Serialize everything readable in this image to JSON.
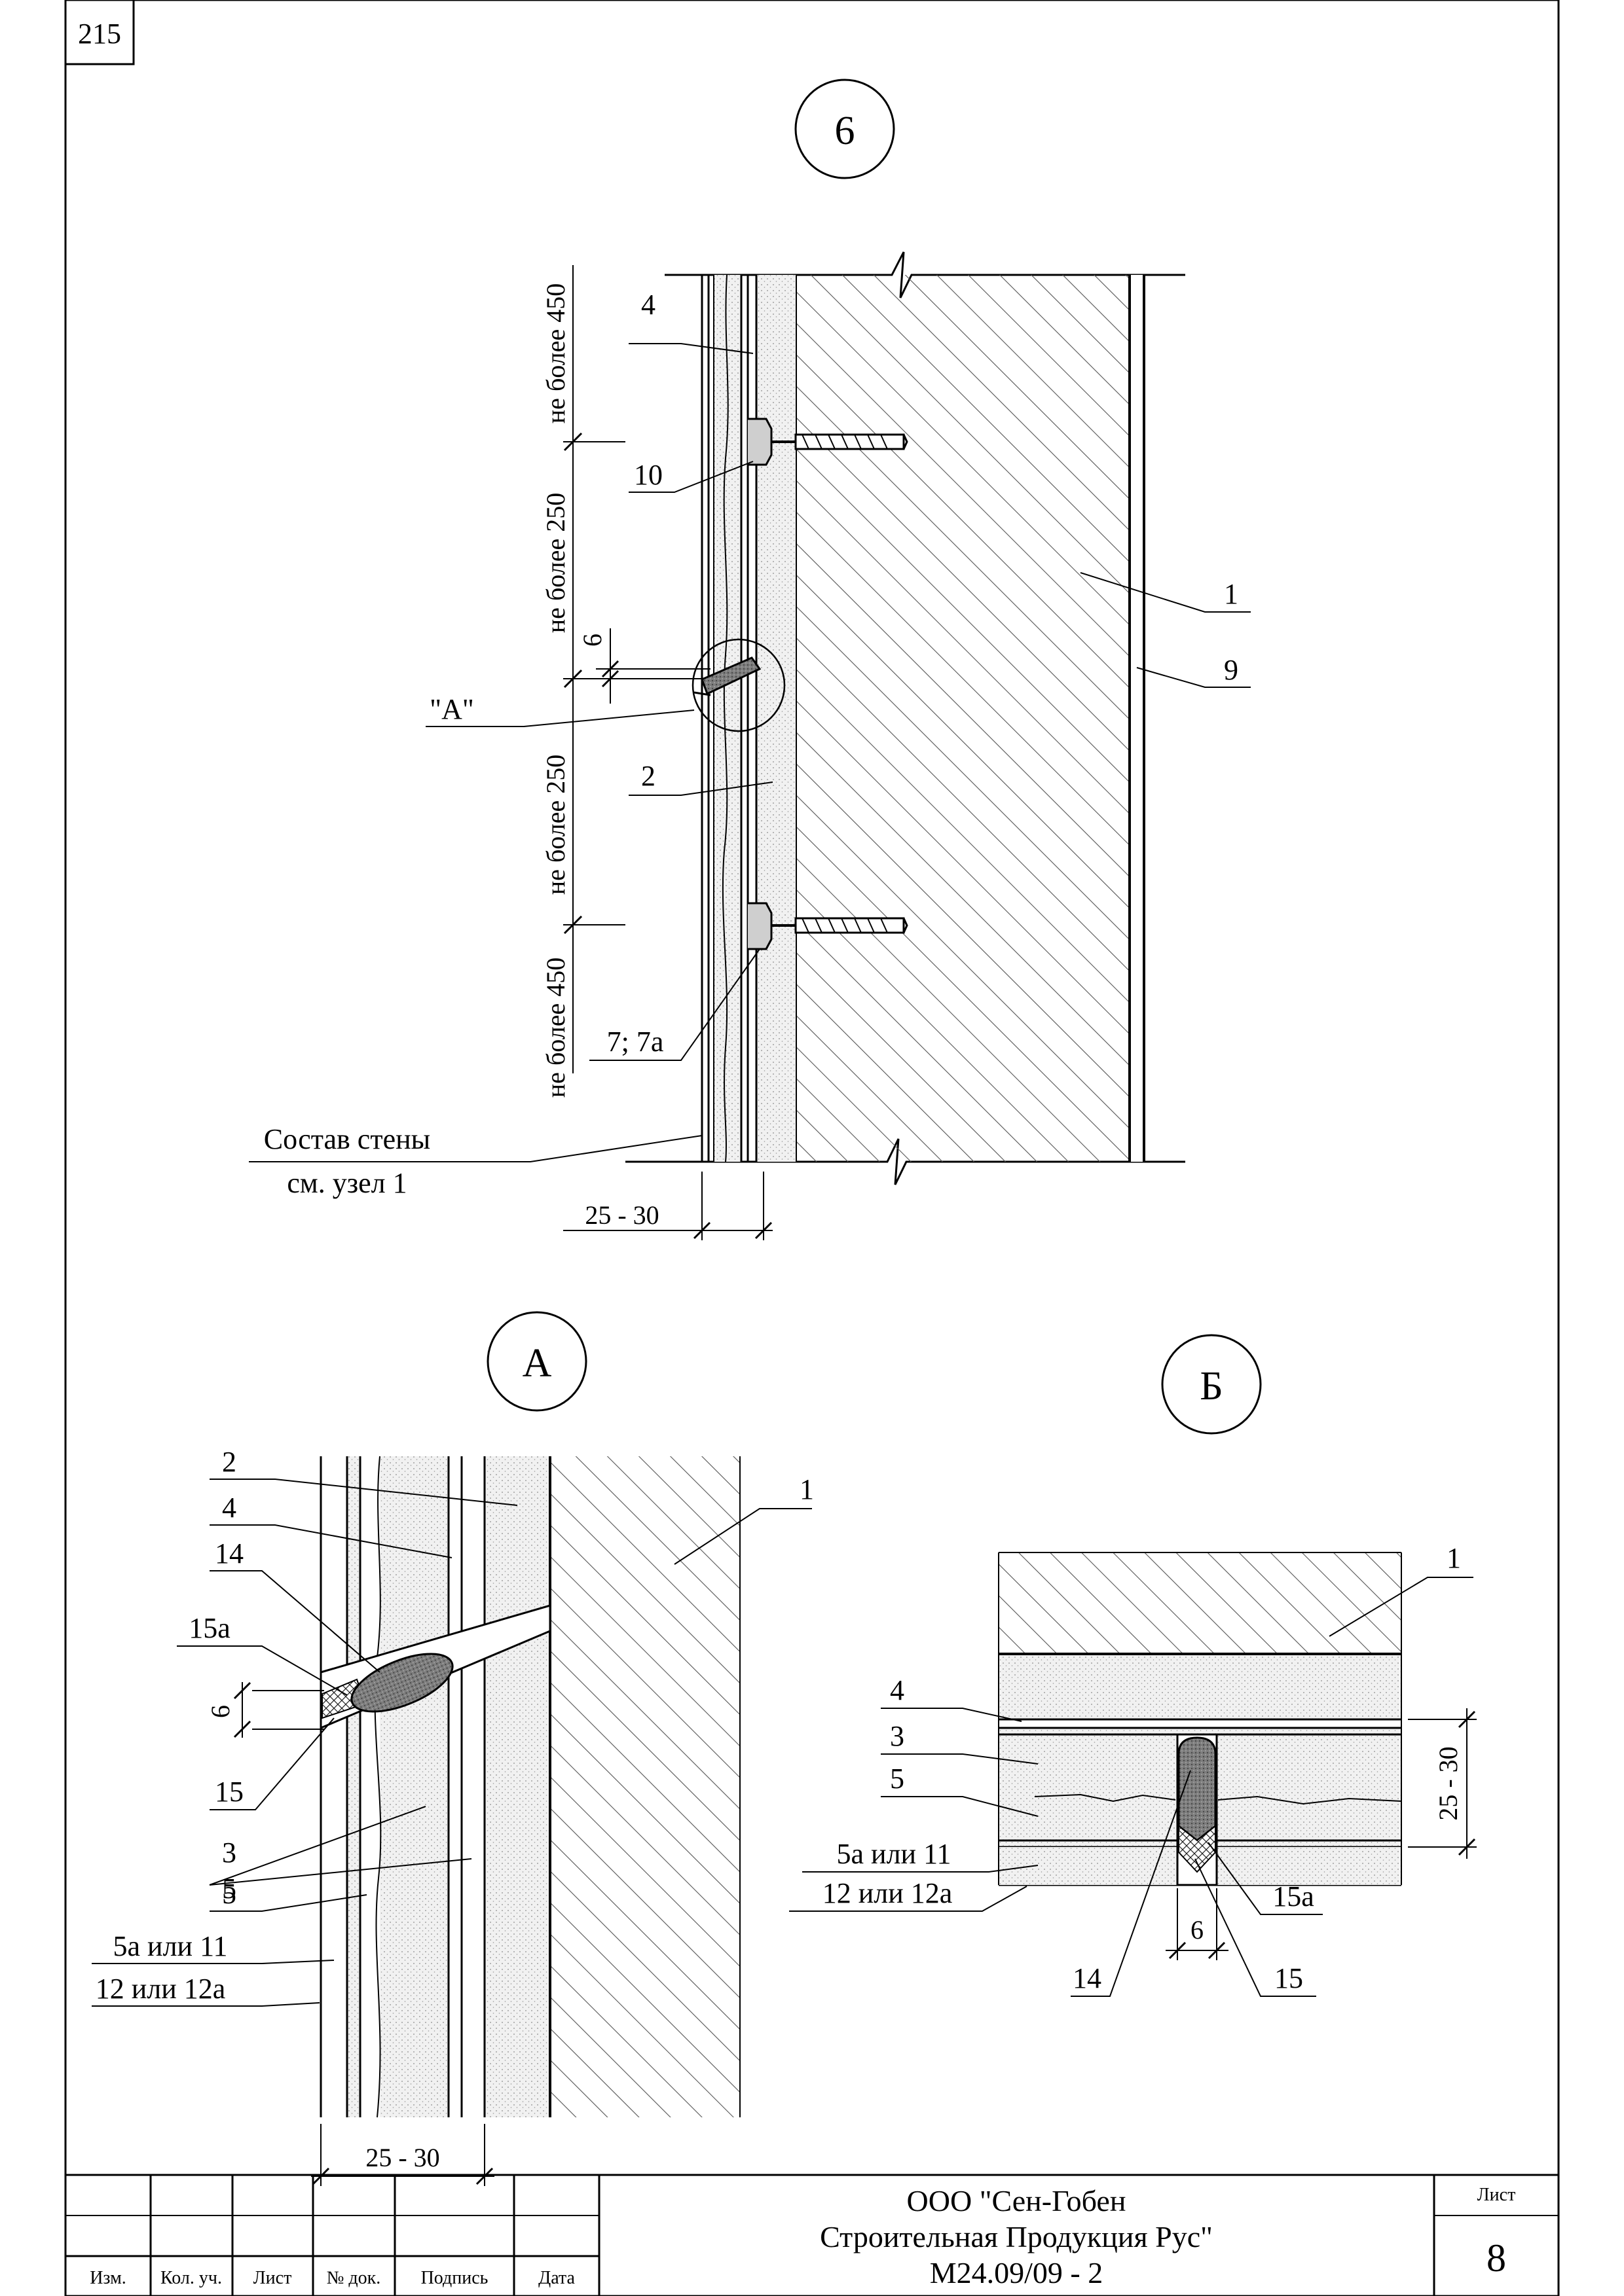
{
  "page_number": "215",
  "main_view": {
    "marker": "6",
    "dim_labels": [
      "не более 450",
      "не более 250",
      "6",
      "не более 250",
      "не более 450"
    ],
    "callouts": {
      "c4": "4",
      "c10": "10",
      "c1": "1",
      "c9": "9",
      "cA": "\"А\"",
      "c2": "2",
      "c7": "7; 7а"
    },
    "wall_note_line1": "Состав стены",
    "wall_note_line2": "см. узел 1",
    "thickness": "25 - 30"
  },
  "detail_a": {
    "marker": "А",
    "callouts": {
      "c2": "2",
      "c4": "4",
      "c14": "14",
      "c15a": "15а",
      "c6": "6",
      "c15": "15",
      "c3": "3",
      "c5a": "5",
      "c5b": "5",
      "c5a11": "5а или 11",
      "c12": "12 или 12а",
      "c1": "1"
    },
    "thickness": "25 - 30"
  },
  "detail_b": {
    "marker": "Б",
    "callouts": {
      "c1": "1",
      "c4": "4",
      "c3": "3",
      "c5": "5",
      "c5a11": "5а или 11",
      "c12": "12 или 12а",
      "c14": "14",
      "c6": "6",
      "c15a": "15а",
      "c15": "15"
    },
    "thickness": "25 - 30"
  },
  "title_block": {
    "company_line1": "ООО \"Сен-Гобен",
    "company_line2": "Строительная Продукция Рус\"",
    "code": "М24.09/09 - 2",
    "sheet_label": "Лист",
    "sheet_number": "8",
    "columns": [
      "Изм.",
      "Кол. уч.",
      "Лист",
      "№ док.",
      "Подпись",
      "Дата"
    ]
  }
}
